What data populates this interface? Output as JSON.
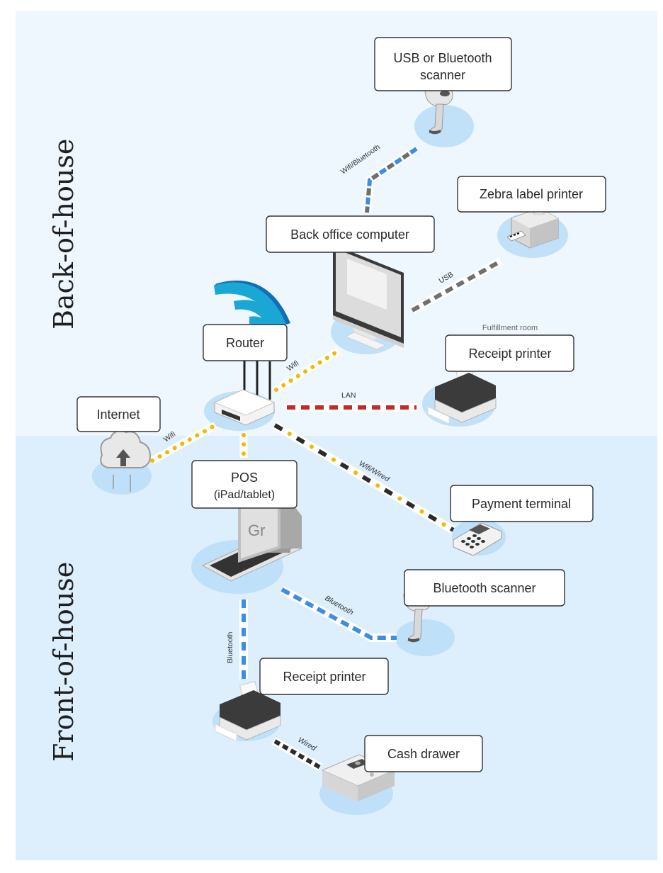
{
  "zones": {
    "back_of_house": {
      "label": "Back-of-house",
      "color": "#eef7fd"
    },
    "front_of_house": {
      "label": "Front-of-house",
      "color": "#ddeffc"
    }
  },
  "devices": {
    "usb_scanner": {
      "label_line1": "USB or Bluetooth",
      "label_line2": "scanner",
      "icon": "barcode-scanner-icon"
    },
    "zebra_printer": {
      "label": "Zebra label printer",
      "icon": "label-printer-icon"
    },
    "back_office": {
      "label": "Back office computer",
      "icon": "desktop-computer-icon"
    },
    "router": {
      "label": "Router",
      "icon": "wifi-router-icon"
    },
    "fulfillment_printer": {
      "caption": "Fulfillment room",
      "label": "Receipt printer",
      "icon": "receipt-printer-icon"
    },
    "internet": {
      "label": "Internet",
      "icon": "cloud-upload-icon"
    },
    "pos": {
      "label_line1": "POS",
      "label_line2": "(iPad/tablet)",
      "icon": "tablet-keyboard-icon",
      "screen_text": "Gr"
    },
    "payment_terminal": {
      "label": "Payment terminal",
      "icon": "card-terminal-icon"
    },
    "bt_scanner": {
      "label": "Bluetooth scanner",
      "icon": "barcode-scanner-icon"
    },
    "front_printer": {
      "label": "Receipt printer",
      "icon": "receipt-printer-icon"
    },
    "cash_drawer": {
      "label": "Cash drawer",
      "icon": "cash-drawer-icon"
    }
  },
  "connections": {
    "scanner_to_computer": {
      "label": "Wifi/Bluetooth",
      "type": "blue-gray-dashed"
    },
    "computer_to_zebra": {
      "label": "USB",
      "type": "gray-dashed"
    },
    "router_to_computer": {
      "label": "Wifi",
      "type": "yellow-dotted"
    },
    "router_to_fulfillment": {
      "label": "LAN",
      "type": "red-dashed"
    },
    "internet_to_router": {
      "label": "Wifi",
      "type": "yellow-dotted"
    },
    "router_to_pos": {
      "label": "",
      "type": "yellow-dotted"
    },
    "router_to_payment": {
      "label": "Wifi/Wired",
      "type": "black-yellow-dashed"
    },
    "pos_to_bt_scanner": {
      "label": "Bluetooth",
      "type": "blue-dashed"
    },
    "pos_to_printer": {
      "label": "Bluetooth",
      "type": "blue-dashed"
    },
    "printer_to_drawer": {
      "label": "Wired",
      "type": "black-dashed"
    }
  },
  "colors": {
    "wifi": "#f5b800",
    "lan": "#c62828",
    "bluetooth": "#3a8ee6",
    "usb": "#707070",
    "wired": "#2b2b2b",
    "router_signal": "#19a7d6",
    "halo": "#b9ddf7"
  }
}
